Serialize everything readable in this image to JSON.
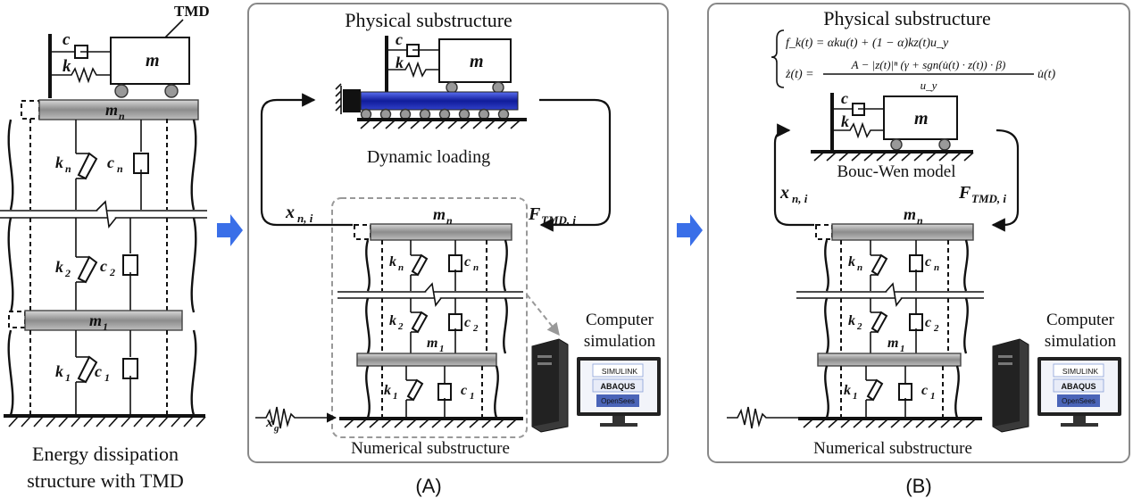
{
  "left": {
    "tmd_label": "TMD",
    "c": "c",
    "k": "k",
    "m": "m",
    "mn": "m",
    "mn_sub": "n",
    "kn": "k",
    "kn_sub": "n",
    "cn": "c",
    "cn_sub": "n",
    "k2": "k",
    "k2_sub": "2",
    "c2": "c",
    "c2_sub": "2",
    "m1": "m",
    "m1_sub": "1",
    "k1": "k",
    "k1_sub": "1",
    "c1": "c",
    "c1_sub": "1",
    "caption_line1": "Energy dissipation",
    "caption_line2": "structure with TMD"
  },
  "panelA": {
    "label": "(A)",
    "physical_title": "Physical substructure",
    "c": "c",
    "k": "k",
    "m": "m",
    "dynamic_loading": "Dynamic loading",
    "x_label": "x",
    "x_sub": "n, i",
    "f_label": "F",
    "f_sub": "TMD, i",
    "mn": "m",
    "mn_sub": "n",
    "kn": "k",
    "kn_sub": "n",
    "cn": "c",
    "cn_sub": "n",
    "k2": "k",
    "k2_sub": "2",
    "c2": "c",
    "c2_sub": "2",
    "m1": "m",
    "m1_sub": "1",
    "k1": "k",
    "k1_sub": "1",
    "c1": "c",
    "c1_sub": "1",
    "xg": "x",
    "xg_sub": "g",
    "computer_line1": "Computer",
    "computer_line2": "simulation",
    "soft1": "SIMULINK",
    "soft2": "ABAQUS",
    "soft3": "OpenSees",
    "numerical_title": "Numerical substructure"
  },
  "panelB": {
    "label": "(B)",
    "physical_title": "Physical substructure",
    "eq1": "f_k(t) = αku(t) + (1 − α)kz(t)u_y",
    "eq2_lhs": "ż(t) =",
    "eq2_num": "A − |z(t)|ⁿ (γ + sgn(u̇(t) · z(t)) · β)",
    "eq2_den": "u_y",
    "eq2_tail": "u̇(t)",
    "c": "c",
    "k": "k",
    "m": "m",
    "bouc_wen": "Bouc-Wen model",
    "x_label": "x",
    "x_sub": "n, i",
    "f_label": "F",
    "f_sub": "TMD, i",
    "mn": "m",
    "mn_sub": "n",
    "kn": "k",
    "kn_sub": "n",
    "cn": "c",
    "cn_sub": "n",
    "k2": "k",
    "k2_sub": "2",
    "c2": "c",
    "c2_sub": "2",
    "m1": "m",
    "m1_sub": "1",
    "k1": "k",
    "k1_sub": "1",
    "c1": "c",
    "c1_sub": "1",
    "computer_line1": "Computer",
    "computer_line2": "simulation",
    "soft1": "SIMULINK",
    "soft2": "ABAQUS",
    "soft3": "OpenSees",
    "numerical_title": "Numerical substructure"
  },
  "colors": {
    "arrow_blue": "#3a6fe8",
    "slab_grey": "#9a9a9a",
    "shake_table": "#1a2ab0"
  }
}
